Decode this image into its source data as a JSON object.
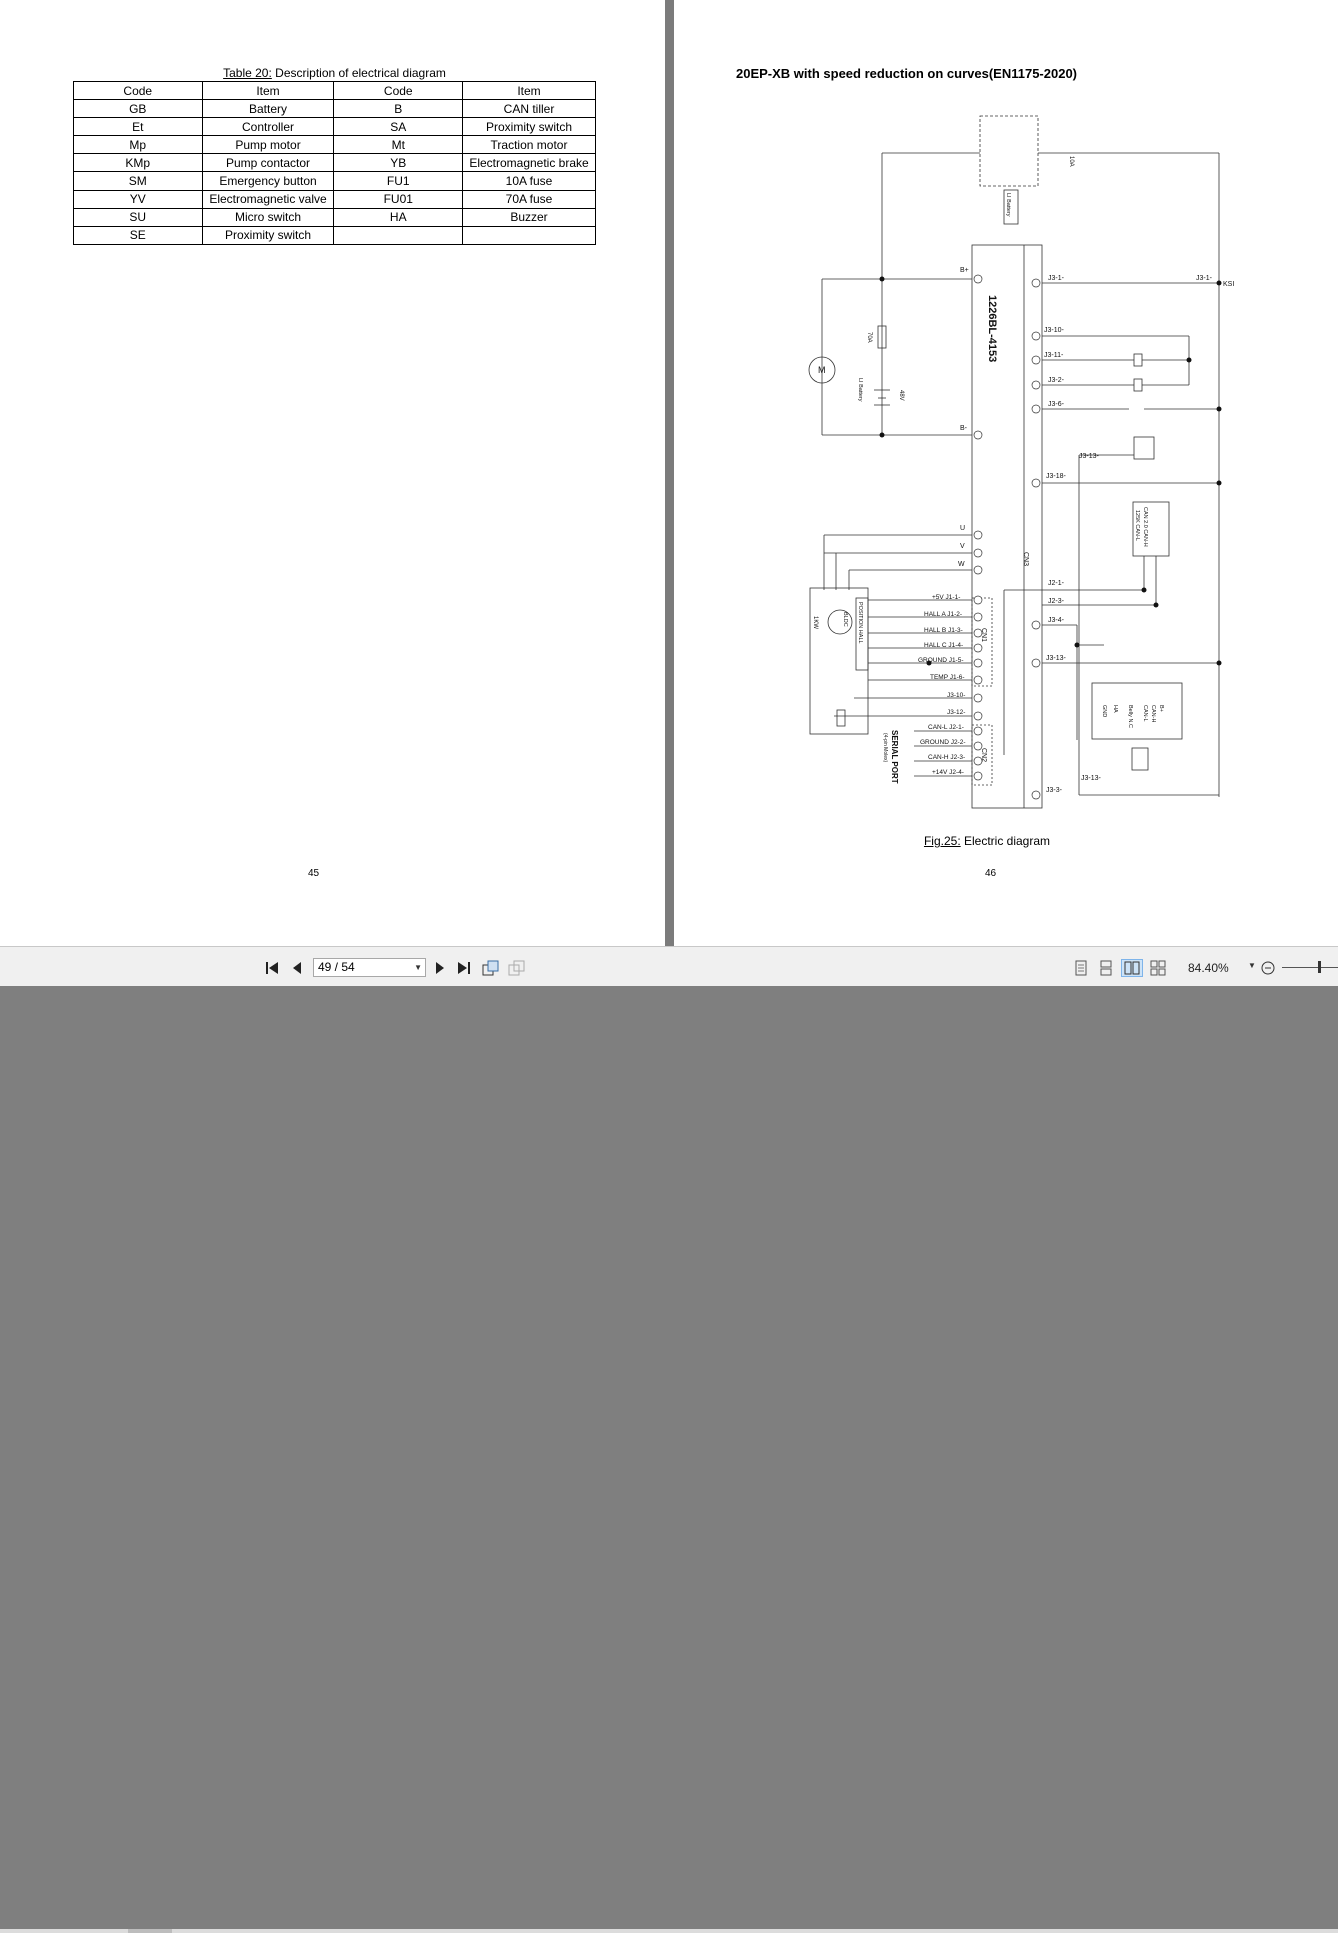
{
  "left_page": {
    "table_caption_label": "Table 20:",
    "table_caption_text": " Description of electrical diagram",
    "headers": [
      "Code",
      "Item",
      "Code",
      "Item"
    ],
    "rows": [
      [
        "GB",
        "Battery",
        "B",
        "CAN tiller"
      ],
      [
        "Et",
        "Controller",
        "SA",
        "Proximity switch"
      ],
      [
        "Mp",
        "Pump motor",
        "Mt",
        "Traction motor"
      ],
      [
        "KMp",
        "Pump contactor",
        "YB",
        "Electromagnetic brake"
      ],
      [
        "SM",
        "Emergency button",
        "FU1",
        "10A fuse"
      ],
      [
        "YV",
        "Electromagnetic valve",
        "FU01",
        "70A fuse"
      ],
      [
        "SU",
        "Micro switch",
        "HA",
        "Buzzer"
      ],
      [
        "SE",
        "Proximity switch",
        "",
        ""
      ]
    ],
    "page_number": "45"
  },
  "right_page": {
    "title": "20EP-XB with speed reduction on curves(EN1175-2020)",
    "figure_caption_label": "Fig.25:",
    "figure_caption_text": " Electric diagram",
    "page_number": "46",
    "diagram": {
      "controller": "1226BL-4153",
      "connector_cn3": "CN3",
      "connector_cn1": "CN1",
      "connector_cn2": "CN2",
      "ksi": "KSI",
      "pin_j3_1": "J3-1-",
      "pin_j3_10": "J3-10-",
      "pin_j3_11": "J3-11-",
      "pin_j3_2": "J3-2-",
      "pin_j3_6": "J3-6-",
      "pin_j3_18": "J3-18-",
      "pin_j3_13": "J3-13-",
      "pin_j2_1": "J2-1-",
      "pin_j2_3": "J2-3-",
      "pin_j3_4": "J3-4-",
      "pin_j3_3": "J3-3-",
      "motor_terms": [
        "U",
        "V",
        "W"
      ],
      "encoder_pins": [
        "+5V  J1-1-",
        "HALL A  J1-2-",
        "HALL B  J1-3-",
        "HALL C  J1-4-",
        "GROUND  J1-5-",
        "TEMP  J1-6-",
        "J3-10-",
        "J3-12-"
      ],
      "serial_pins": [
        "CAN-L  J2-1-",
        "GROUND  J2-2-",
        "CAN-H  J2-3-",
        "+14V  J2-4-"
      ],
      "serial_port": "SERIAL PORT",
      "serial_port_sub": "(4-pin Molex)",
      "position_hall": "POSITION HALL",
      "bldc": "BLDC",
      "power": "1KW",
      "li_battery": "LI Battery",
      "voltage": "48V",
      "fuse_70a": "70A",
      "fuse_10a": "10A",
      "can_block": "CAN 2.0 CAN-H",
      "can_block2": "125K CAN-L",
      "tiller_pins": [
        "B+",
        "CAN-H",
        "CAN-L",
        "Belly N.C",
        "HA",
        "GND"
      ],
      "b_plus": "B+",
      "b_minus": "B-",
      "m_label": "M"
    }
  },
  "toolbar": {
    "page_indicator": "49 / 54",
    "zoom": "84.40%"
  }
}
